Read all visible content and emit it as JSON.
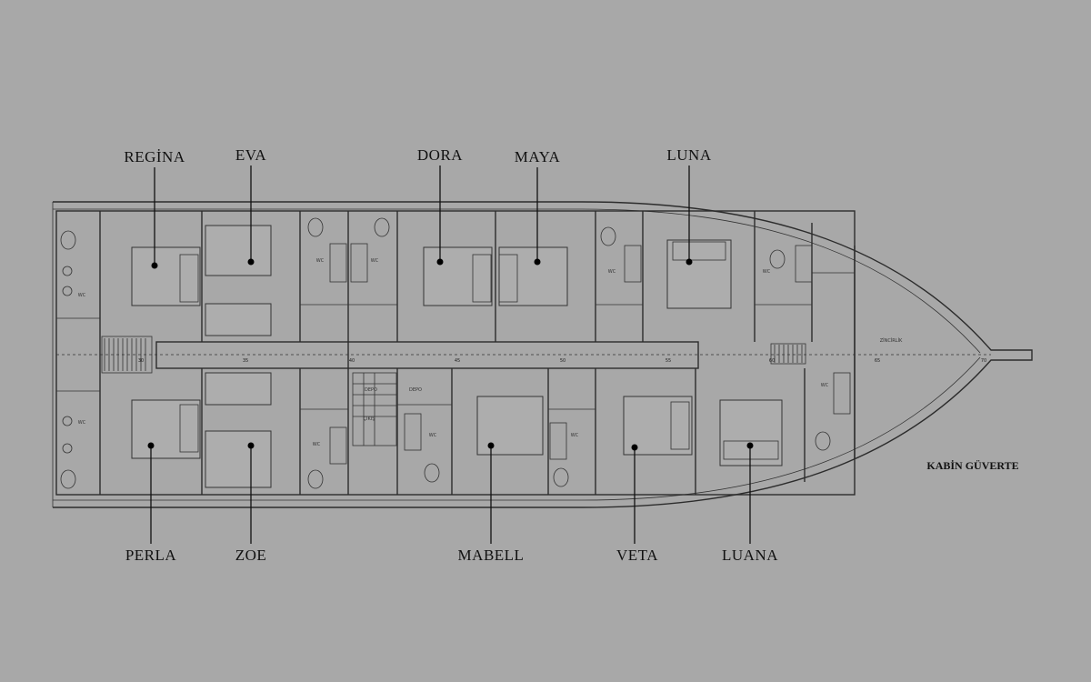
{
  "deck_title": "KABİN GÜVERTE",
  "cabins_top": [
    "REGİNA",
    "EVA",
    "DORA",
    "MAYA",
    "LUNA"
  ],
  "cabins_bottom": [
    "PERLA",
    "ZOE",
    "MABELL",
    "VETA",
    "LUANA"
  ],
  "room_labels": {
    "wc": "WC",
    "depo": "DEPO",
    "exit": "ÇIKIŞ",
    "chain_locker": "ZİNCİRLİK"
  },
  "frame_numbers": [
    "30",
    "35",
    "40",
    "45",
    "50",
    "55",
    "60",
    "65",
    "70"
  ]
}
